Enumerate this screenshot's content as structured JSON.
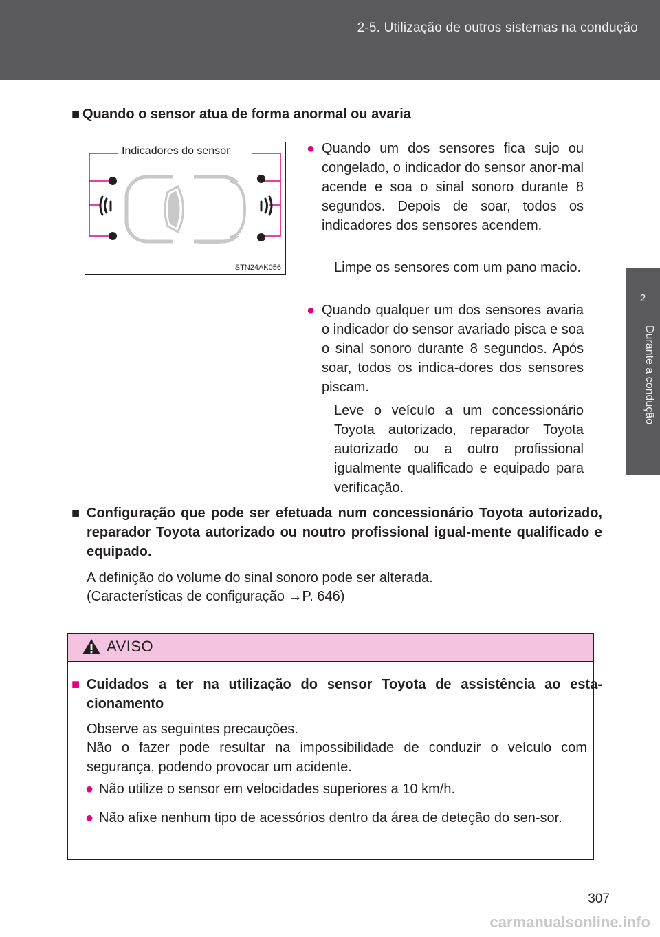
{
  "header": {
    "section_title": "2-5. Utilização de outros sistemas na condução"
  },
  "side_tab": {
    "chapter_number": "2",
    "chapter_title": "Durante a condução"
  },
  "section1": {
    "heading": "Quando o sensor atua de forma anormal ou avaria",
    "figure_caption": "Indicadores do sensor",
    "figure_code": "STN24AK056",
    "bullet1": "Quando um dos sensores fica sujo ou congelado, o indicador do sensor anor-mal acende e soa o sinal sonoro durante 8 segundos. Depois de soar, todos os indicadores dos sensores acendem.",
    "bullet1_note": "Limpe os sensores com um pano macio.",
    "bullet2": "Quando qualquer um dos sensores avaria o indicador do sensor avariado pisca e soa o sinal sonoro durante 8 segundos. Após soar, todos os indica-dores dos sensores piscam.",
    "bullet2_note": "Leve o veículo a um concessionário Toyota autorizado, reparador Toyota autorizado ou a outro profissional igualmente qualificado e equipado para verificação."
  },
  "section2": {
    "heading": "Configuração que pode ser efetuada num concessionário Toyota autorizado, reparador Toyota autorizado ou noutro profissional igual-mente qualificado e equipado.",
    "body_line1": "A definição do volume do sinal sonoro pode ser alterada.",
    "body_line2": "(Características de configuração →P. 646)"
  },
  "warning": {
    "title": "AVISO",
    "heading": "Cuidados a ter na utilização do sensor Toyota de assistência ao esta-cionamento",
    "intro1": "Observe as seguintes precauções.",
    "intro2": "Não o fazer pode resultar na impossibilidade de conduzir o veículo com segurança, podendo provocar um acidente.",
    "bullet1": "Não utilize o sensor em velocidades superiores a 10 km/h.",
    "bullet2": "Não afixe nenhum tipo de acessórios dentro da área de deteção do sen-sor."
  },
  "page_number": "307",
  "watermark": "carmanualsonline.info",
  "colors": {
    "header_bg": "#5a5a5c",
    "accent_magenta": "#e4007f",
    "warning_header_bg": "#f4c3e0"
  }
}
